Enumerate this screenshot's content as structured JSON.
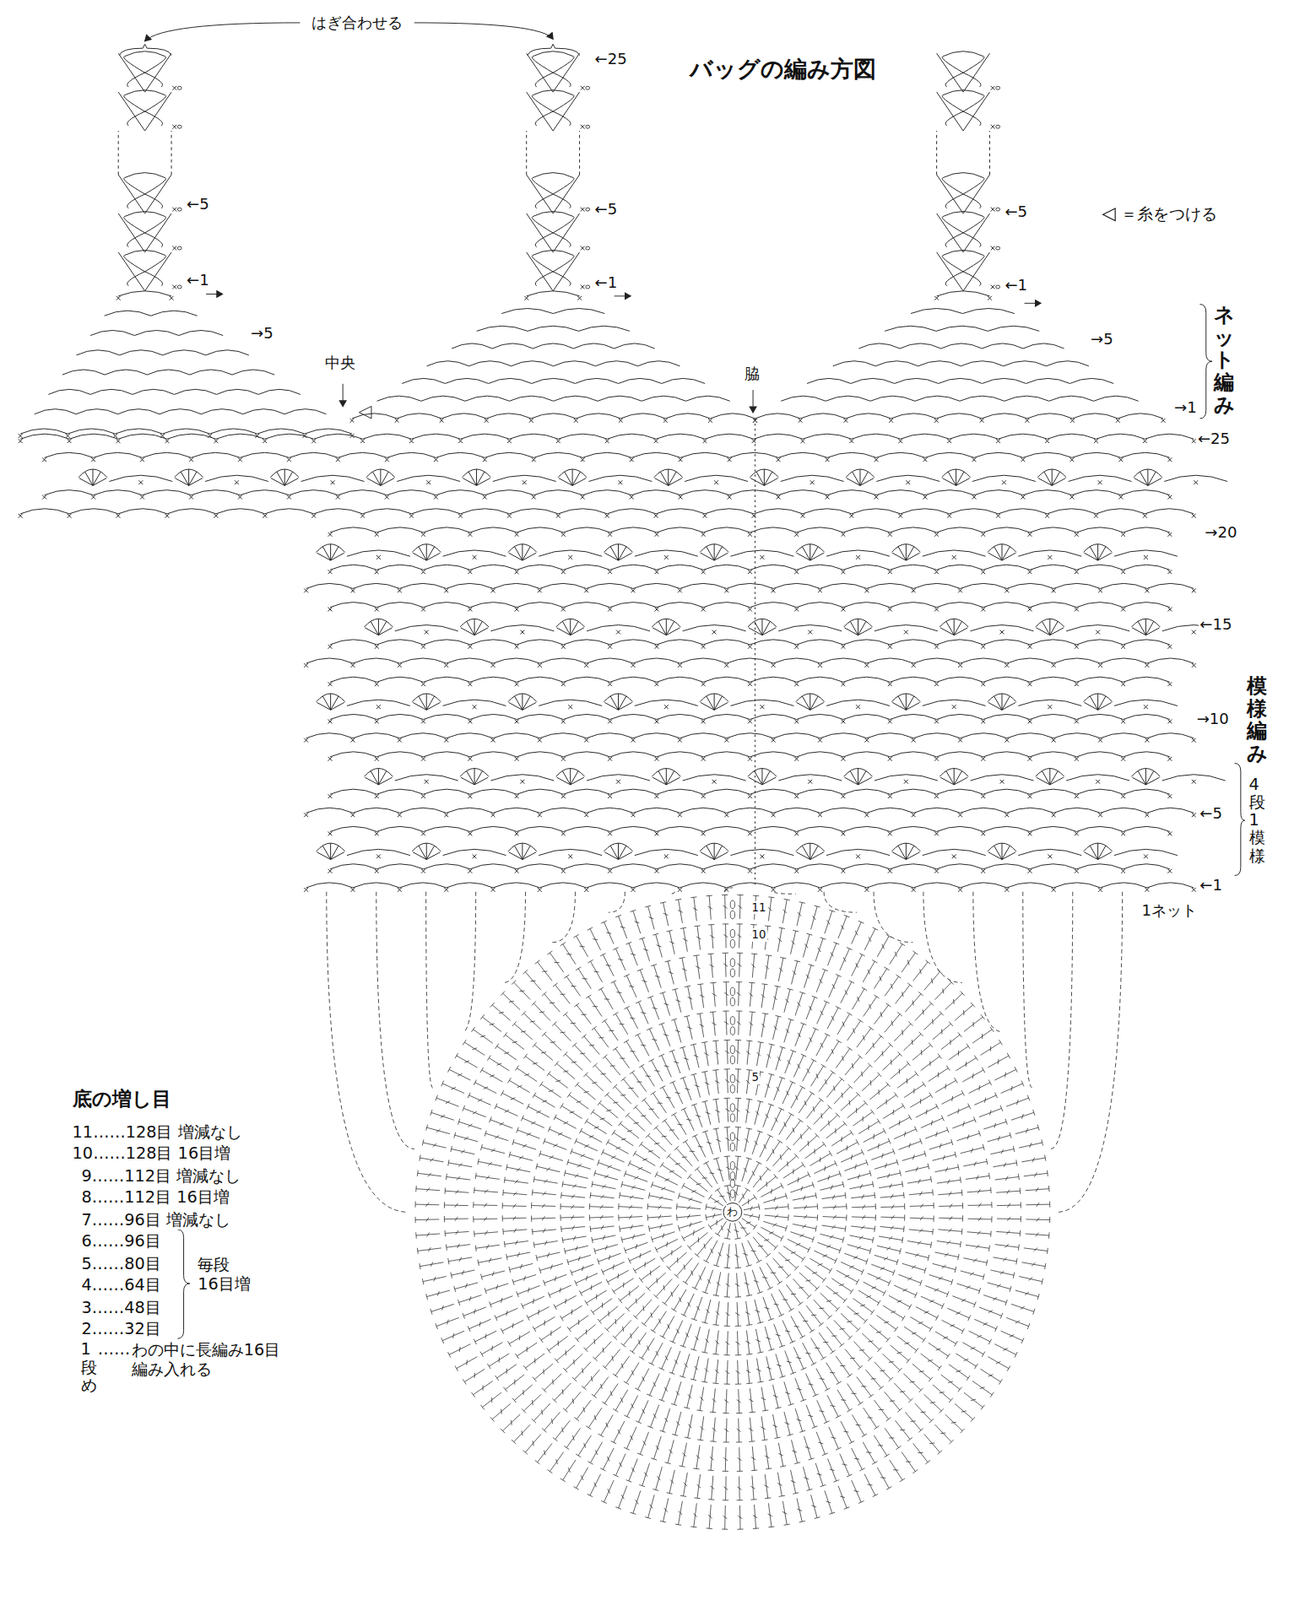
{
  "diagram": {
    "title": "バッグの編み方図",
    "labels": [
      "はぎ合わせる",
      "←25",
      "←5",
      "←5",
      "←5",
      "←1",
      "←1",
      "←1",
      "→5",
      "→5",
      "中央",
      "脇",
      "→1",
      "ネット編み",
      "←25",
      "→20",
      "←15",
      "→10",
      "模様編み",
      "4段1模様",
      "←5",
      "←1",
      "1ネット",
      "11",
      "10",
      "5",
      "わ",
      "底の増し目",
      "11……128目 増減なし",
      "10……128目 16目増",
      "9……112目 増減なし",
      "8……112目 16目増",
      "7……96目 増減なし",
      "6……96目",
      "5……80目",
      "4……64目",
      "3……48目",
      "2……32目",
      "毎段 16目増",
      "1段め",
      "……",
      "わの中に長編み16目 編み入れる"
    ],
    "legend": [
      {
        "text": "＝糸をつける"
      }
    ]
  }
}
